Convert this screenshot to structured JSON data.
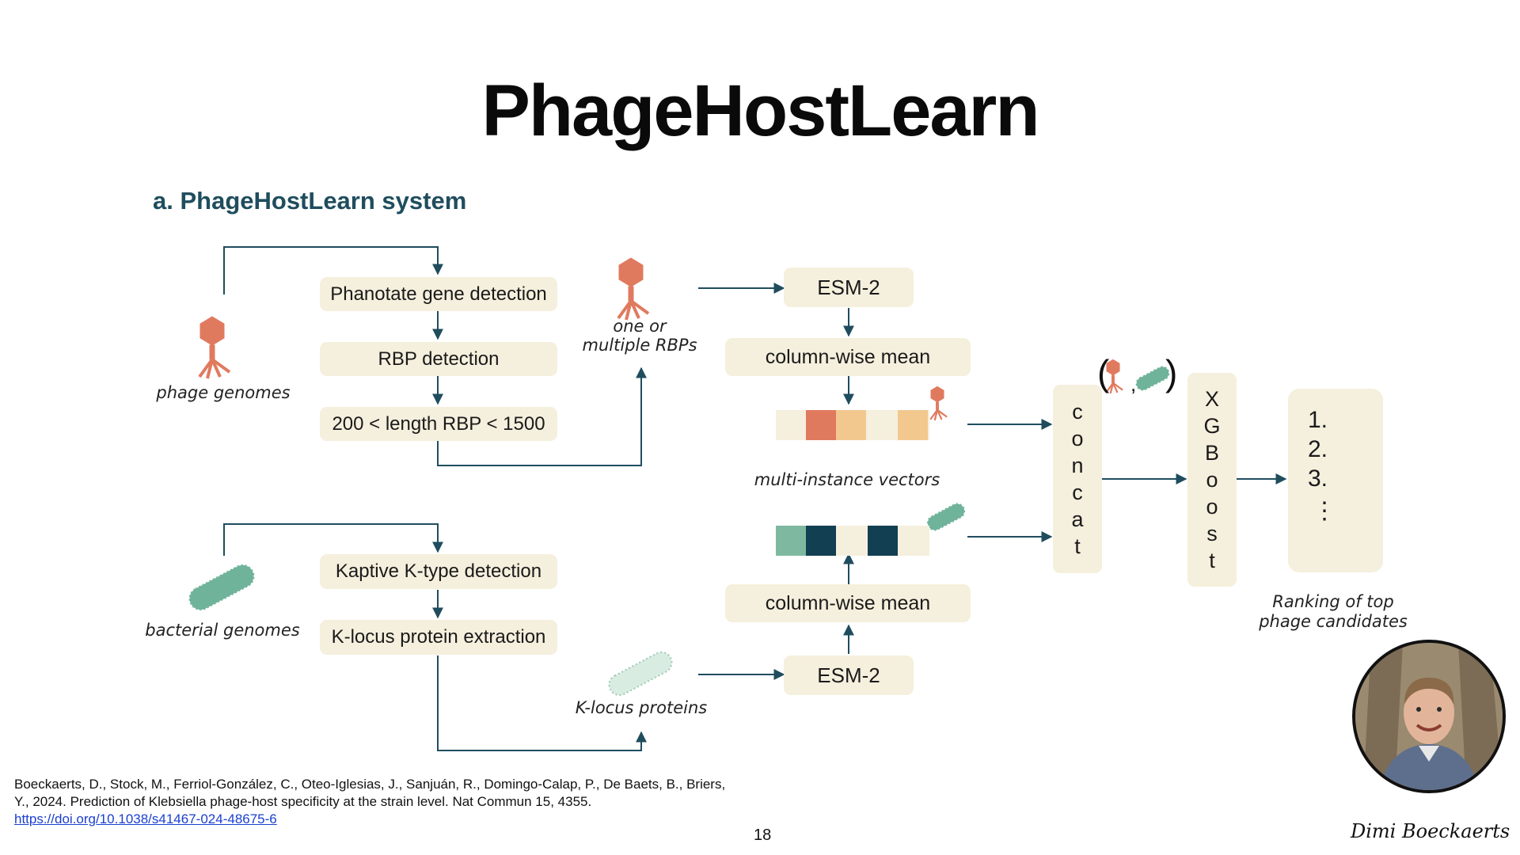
{
  "title": "PhageHostLearn",
  "panel_title": "a. PhageHostLearn system",
  "phage_branch": {
    "genome_label": "phage genomes",
    "steps": [
      "Phanotate gene detection",
      "RBP detection",
      "200 < length RBP < 1500"
    ],
    "rbp_label": "one or\nmultiple RBPs"
  },
  "bacteria_branch": {
    "genome_label": "bacterial genomes",
    "steps": [
      "Kaptive K-type detection",
      "K-locus protein extraction"
    ],
    "protein_label": "K-locus proteins"
  },
  "embedding": {
    "esm_top": "ESM-2",
    "mean_top": "column-wise mean",
    "vectors_label": "multi-instance vectors",
    "mean_bottom": "column-wise mean",
    "esm_bottom": "ESM-2"
  },
  "concat_letters": [
    "c",
    "o",
    "n",
    "c",
    "a",
    "t"
  ],
  "xgboost_letters": [
    "X",
    "G",
    "B",
    "o",
    "o",
    "s",
    "t"
  ],
  "ranking": {
    "items": [
      "1.",
      "2.",
      "3.",
      "⋮"
    ],
    "label": "Ranking of top\nphage candidates"
  },
  "colors": {
    "phage": "#e07a5f",
    "bacteria": "#6fb39b",
    "kprotein": "#d9ece2",
    "vector_bg": "#f5efdd",
    "vector_orange": "#e07a5f",
    "vector_peach": "#f2c88f",
    "vector_teal": "#7fb8a0",
    "vector_navy": "#123f52",
    "arrow": "#1f4d5e",
    "rank1": "#1f4d5e",
    "rank2": "#7fb8a0",
    "rank3": "#f2c07a"
  },
  "citation": {
    "text": "Boeckaerts, D., Stock, M., Ferriol-González, C., Oteo-Iglesias, J., Sanjuán, R., Domingo-Calap, P., De Baets, B., Briers, Y., 2024. Prediction of Klebsiella phage-host specificity at the strain level. Nat Commun 15, 4355. ",
    "link": "https://doi.org/10.1038/s41467-024-48675-6"
  },
  "page_number": "18",
  "signature": "Dimi Boeckaerts"
}
